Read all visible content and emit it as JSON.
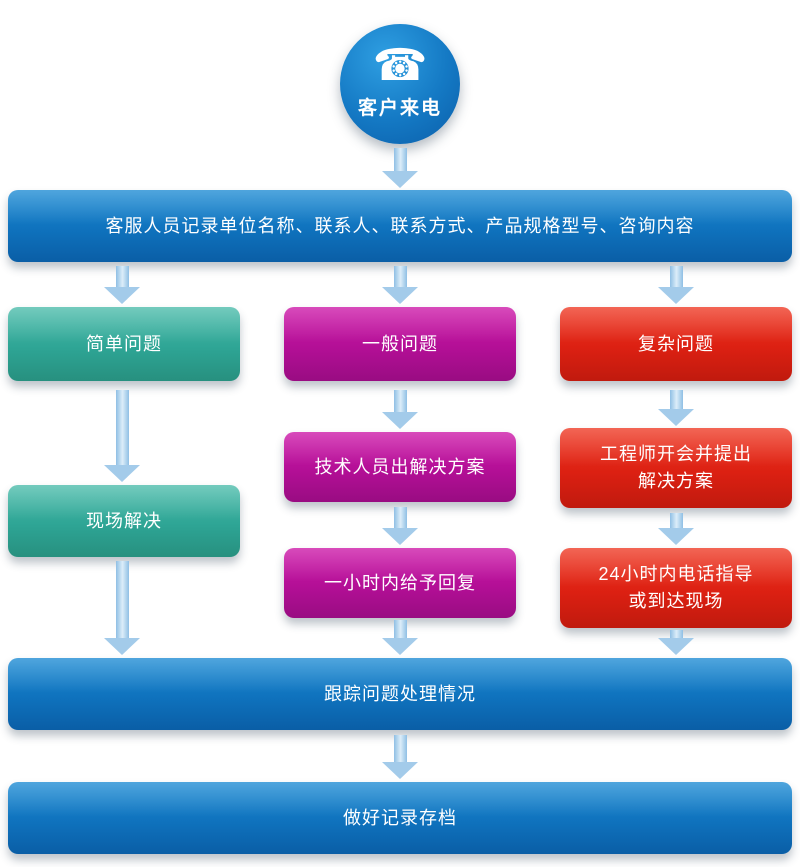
{
  "start": {
    "label": "客户来电",
    "icon": "telephone-icon",
    "glyph": "☎"
  },
  "bars": {
    "record": "客服人员记录单位名称、联系人、联系方式、产品规格型号、咨询内容",
    "track": "跟踪问题处理情况",
    "archive": "做好记录存档"
  },
  "branches": {
    "simple": {
      "title": "简单问题",
      "step1": "现场解决",
      "color": "#2ea595"
    },
    "general": {
      "title": "一般问题",
      "step1": "技术人员出解决方案",
      "step2": "一小时内给予回复",
      "color": "#b30f96"
    },
    "complex": {
      "title": "复杂问题",
      "step1": "工程师开会并提出解决方案",
      "step2": "24小时内电话指导或到达现场",
      "color": "#dc2012"
    }
  },
  "colors": {
    "bar_blue": "#0f72bd",
    "circle_blue": "#1479c4",
    "branch_simple": "#2ea595",
    "branch_general": "#b30f96",
    "branch_complex": "#dc2012",
    "arrow": "#a3cbea",
    "text": "#ffffff"
  }
}
